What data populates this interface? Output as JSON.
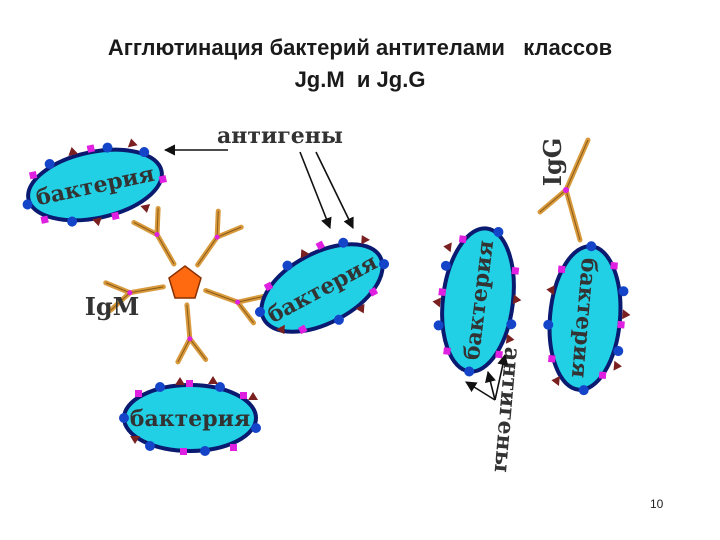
{
  "title": {
    "line1": "Агглютинация бактерий антителами   классов",
    "line2": "Jg.M  и Jg.G"
  },
  "labels": {
    "antigens_top": "антигены",
    "antigens_bottom": "антигены",
    "bacterium": "бактерия",
    "igm": "IgM",
    "igg": "IgG"
  },
  "page_number": "10",
  "colors": {
    "bacterium_fill": "#22d0e6",
    "bacterium_outline": "#0a1a70",
    "antigen_blue": "#1444c8",
    "antigen_magenta": "#e020e0",
    "antigen_spike": "#7a2020",
    "antibody": "#d89a3c",
    "igm_core": "#ff6a10"
  },
  "icons": [
    "bacterium-icon",
    "antibody-icon",
    "pentamer-core-icon",
    "arrow-icon"
  ]
}
